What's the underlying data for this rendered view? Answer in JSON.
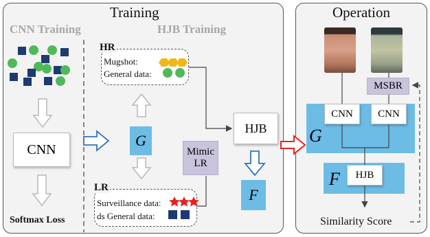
{
  "training": {
    "title": "Training",
    "cnn_training_label": "CNN Training",
    "hjb_training_label": "HJB Training",
    "cnn_box": "CNN",
    "softmax_loss": "Softmax Loss",
    "g_label": "G",
    "hr_label": "HR",
    "hr_mugshot": "Mugshot:",
    "hr_general": "General data:",
    "lr_label": "LR",
    "lr_surveillance": "Surveillance data:",
    "lr_general": "ds General data:",
    "mimic_lr_line1": "Mimic",
    "mimic_lr_line2": "LR",
    "hjb_box": "HJB",
    "f_label": "F"
  },
  "operation": {
    "title": "Operation",
    "msbr": "MSBR",
    "g_label": "G",
    "cnn_left": "CNN",
    "cnn_right": "CNN",
    "f_label": "F",
    "hjb": "HJB",
    "similarity": "Similarity Score"
  },
  "colors": {
    "blue": "#6cbce6",
    "purple": "#c9c3dc",
    "green": "#4fb95a",
    "navy": "#1f3a6f",
    "gold": "#f1b71a",
    "red": "#e8231f",
    "panel_bg": "#f3f3f3"
  }
}
